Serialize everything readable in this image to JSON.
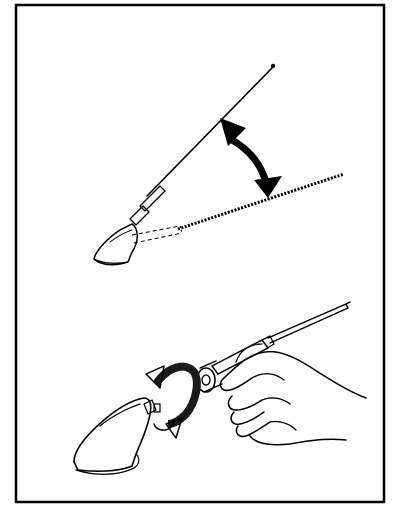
{
  "figure": {
    "panels": [
      {
        "name": "antenna-angle-adjustment",
        "icons": [
          "antenna-mast",
          "antenna-base",
          "bidirectional-arc-arrow",
          "dashed-lowered-mast"
        ]
      },
      {
        "name": "antenna-mast-removal",
        "icons": [
          "hand",
          "antenna-mast",
          "antenna-base",
          "rotation-arrow"
        ]
      }
    ],
    "colors": {
      "ink": "#000000",
      "background": "#ffffff",
      "arrow_fill": "#000000",
      "rotation_band": "#1a1a1a"
    }
  }
}
